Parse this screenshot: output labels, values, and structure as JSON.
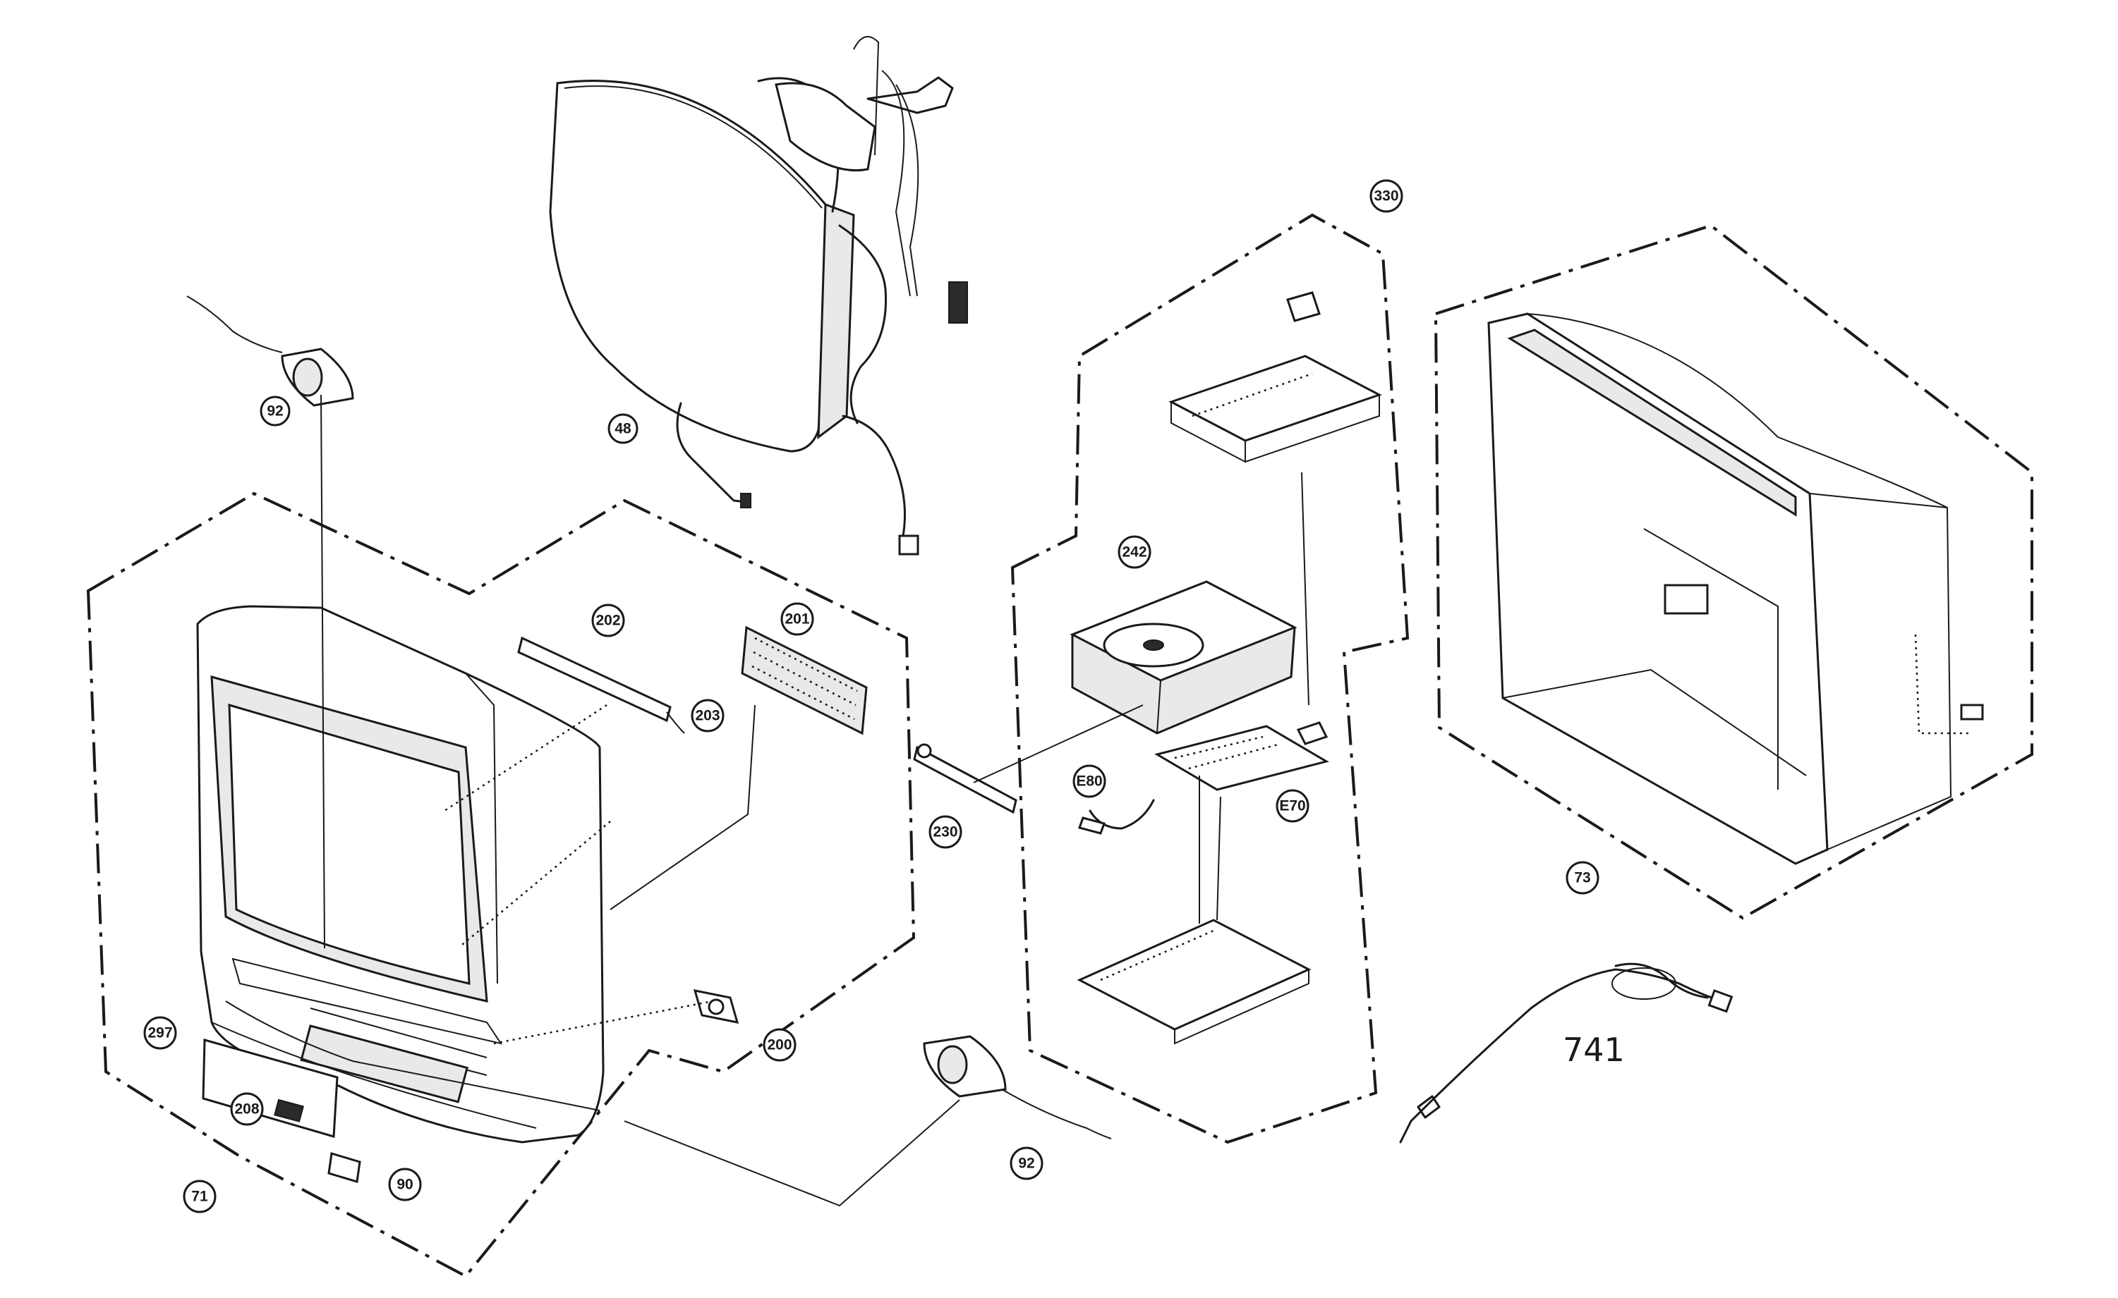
{
  "callouts": [
    {
      "id": "92a",
      "label": "92"
    },
    {
      "id": "48",
      "label": "48"
    },
    {
      "id": "330",
      "label": "330"
    },
    {
      "id": "202",
      "label": "202"
    },
    {
      "id": "201",
      "label": "201"
    },
    {
      "id": "203",
      "label": "203"
    },
    {
      "id": "242",
      "label": "242"
    },
    {
      "id": "230",
      "label": "230"
    },
    {
      "id": "e80",
      "label": "E80"
    },
    {
      "id": "e70",
      "label": "E70"
    },
    {
      "id": "73",
      "label": "73"
    },
    {
      "id": "297",
      "label": "297"
    },
    {
      "id": "200",
      "label": "200"
    },
    {
      "id": "208",
      "label": "208"
    },
    {
      "id": "90",
      "label": "90"
    },
    {
      "id": "92b",
      "label": "92"
    },
    {
      "id": "71",
      "label": "71"
    }
  ],
  "handwritten_note": "741"
}
